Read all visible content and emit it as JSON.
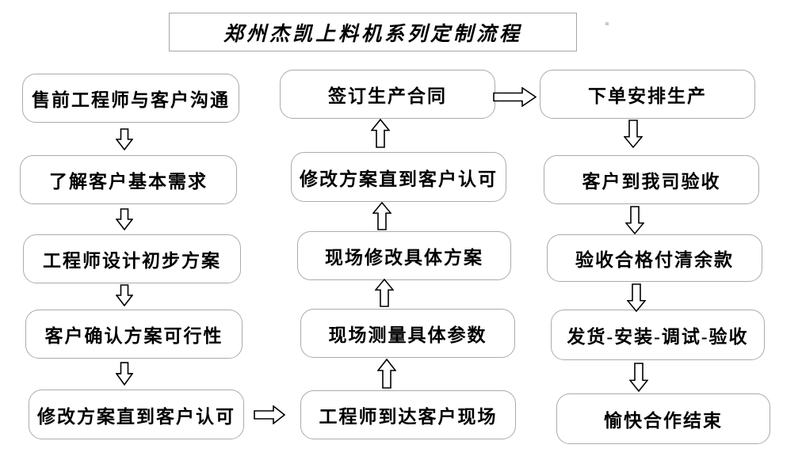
{
  "diagram": {
    "title": "郑州杰凯上料机系列定制流程",
    "left_column": {
      "flow_direction": "top-to-bottom",
      "steps": [
        "售前工程师与客户沟通",
        "了解客户基本需求",
        "工程师设计初步方案",
        "客户确认方案可行性",
        "修改方案直到客户认可"
      ]
    },
    "middle_column": {
      "flow_direction": "bottom-to-top",
      "steps_top_to_bottom": [
        "签订生产合同",
        "修改方案直到客户认可",
        "现场修改具体方案",
        "现场测量具体参数",
        "工程师到达客户现场"
      ]
    },
    "right_column": {
      "flow_direction": "top-to-bottom",
      "steps": [
        "下单安排生产",
        "客户到我司验收",
        "验收合格付清余款",
        "发货-安装-调试-验收",
        "愉快合作结束"
      ]
    },
    "colors": {
      "background": "#ffffff",
      "box_border": "#ababab",
      "text": "#000000",
      "arrow_outline": "#000000",
      "arrow_fill": "#ffffff"
    }
  }
}
